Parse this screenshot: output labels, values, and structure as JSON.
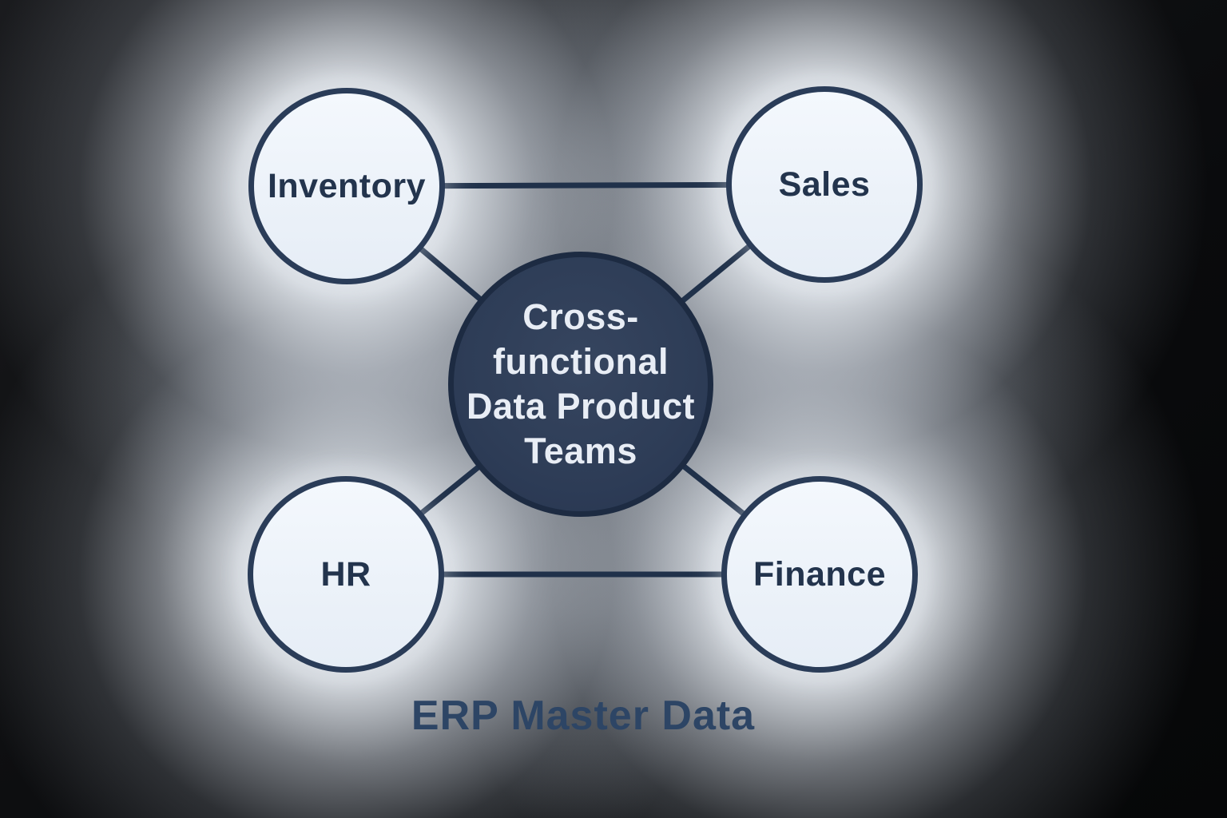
{
  "diagram": {
    "type": "hub-and-spoke",
    "center_node": {
      "label": "Cross-functional Data Product Teams",
      "lines": [
        "Cross-",
        "functional",
        "Data Product",
        "Teams"
      ]
    },
    "nodes": [
      {
        "id": "inventory",
        "label": "Inventory"
      },
      {
        "id": "sales",
        "label": "Sales"
      },
      {
        "id": "hr",
        "label": "HR"
      },
      {
        "id": "finance",
        "label": "Finance"
      }
    ],
    "edges": [
      [
        "inventory",
        "sales"
      ],
      [
        "hr",
        "finance"
      ],
      [
        "inventory",
        "center"
      ],
      [
        "sales",
        "center"
      ],
      [
        "hr",
        "center"
      ],
      [
        "finance",
        "center"
      ]
    ],
    "caption": "ERP Master Data",
    "colors": {
      "outer_node_fill": "#ecf2f9",
      "outer_node_border": "#2a3c58",
      "outer_node_text": "#23344d",
      "center_node_fill": "#2e3d57",
      "center_node_border": "#1d2b42",
      "center_node_text": "#e8edf5",
      "connector_line": "#20314a",
      "caption_text": "#2d4565",
      "background_dark": "#0a0b0d",
      "glow": "#eef2f8"
    }
  }
}
